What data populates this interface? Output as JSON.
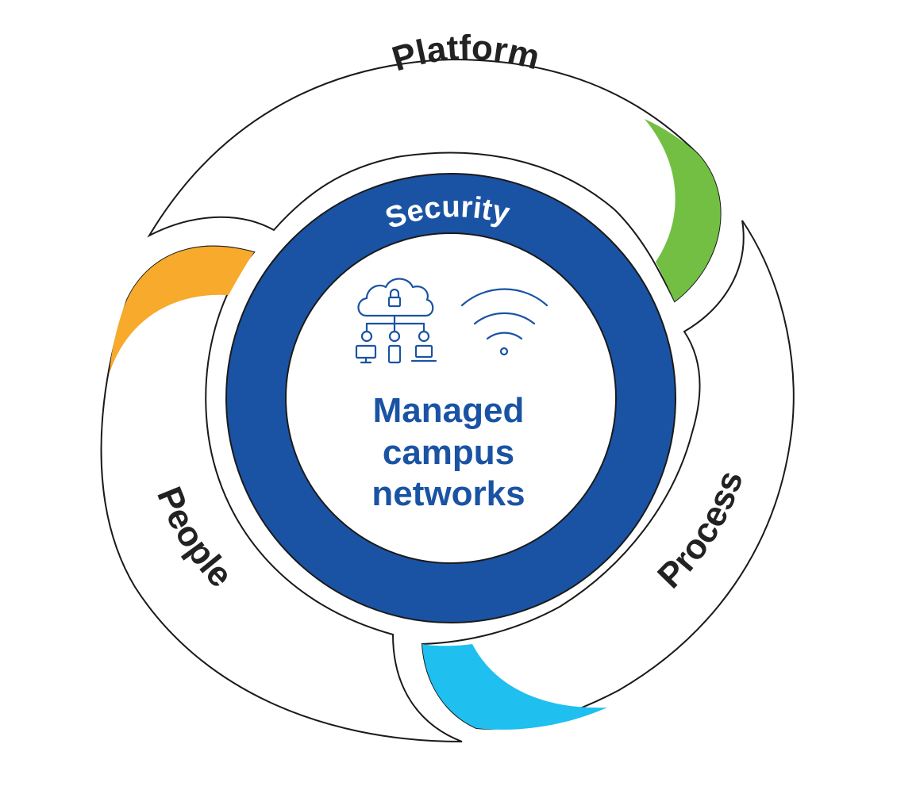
{
  "segments": [
    {
      "key": "platform",
      "label": "Platform",
      "accent": "#72bf44"
    },
    {
      "key": "process",
      "label": "Process",
      "accent": "#1fbfef"
    },
    {
      "key": "people",
      "label": "People",
      "accent": "#f7aa2b"
    }
  ],
  "ring": {
    "label": "Security",
    "color": "#1a53a3"
  },
  "center": {
    "line1": "Managed",
    "line2": "campus",
    "line3": "networks",
    "color": "#1a53a3"
  },
  "icons": {
    "left": "cloud-network-icon",
    "right": "wifi-icon"
  }
}
